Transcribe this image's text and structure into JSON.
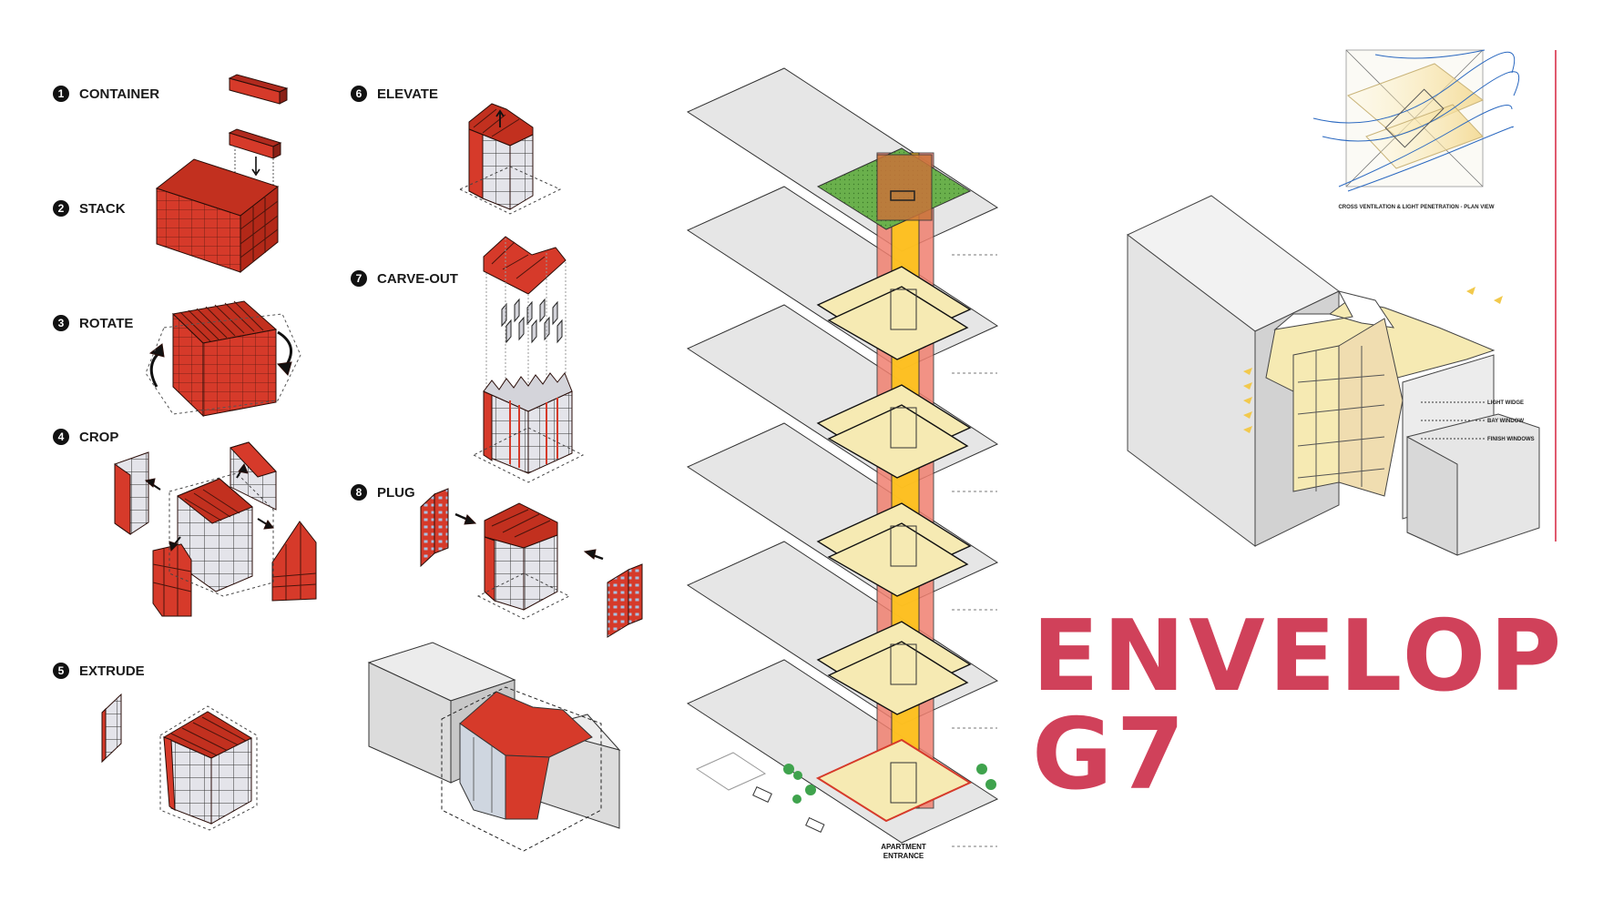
{
  "colors": {
    "red": "#d63a2a",
    "title": "#d0415a",
    "grey_plate": "#e6e6e6",
    "yellow_floor": "#f6eab3",
    "green_roof": "#6ab04c",
    "salmon_core": "#f08070",
    "yellow_core": "#ffc61a"
  },
  "steps": [
    {
      "number": "1",
      "label": "CONTAINER"
    },
    {
      "number": "2",
      "label": "STACK"
    },
    {
      "number": "3",
      "label": "ROTATE"
    },
    {
      "number": "4",
      "label": "CROP"
    },
    {
      "number": "5",
      "label": "EXTRUDE"
    },
    {
      "number": "6",
      "label": "ELEVATE"
    },
    {
      "number": "7",
      "label": "CARVE-OUT"
    },
    {
      "number": "8",
      "label": "PLUG"
    }
  ],
  "exploded": {
    "entrance_label_line1": "APARTMENT",
    "entrance_label_line2": "ENTRANCE"
  },
  "plan": {
    "caption": "CROSS VENTILATION & LIGHT PENETRATION - PLAN VIEW"
  },
  "axo": {
    "labels": [
      "LIGHT WIDGE",
      "BAY WINDOW",
      "FINISH WINDOWS"
    ]
  },
  "title": "ENVELOP G7"
}
